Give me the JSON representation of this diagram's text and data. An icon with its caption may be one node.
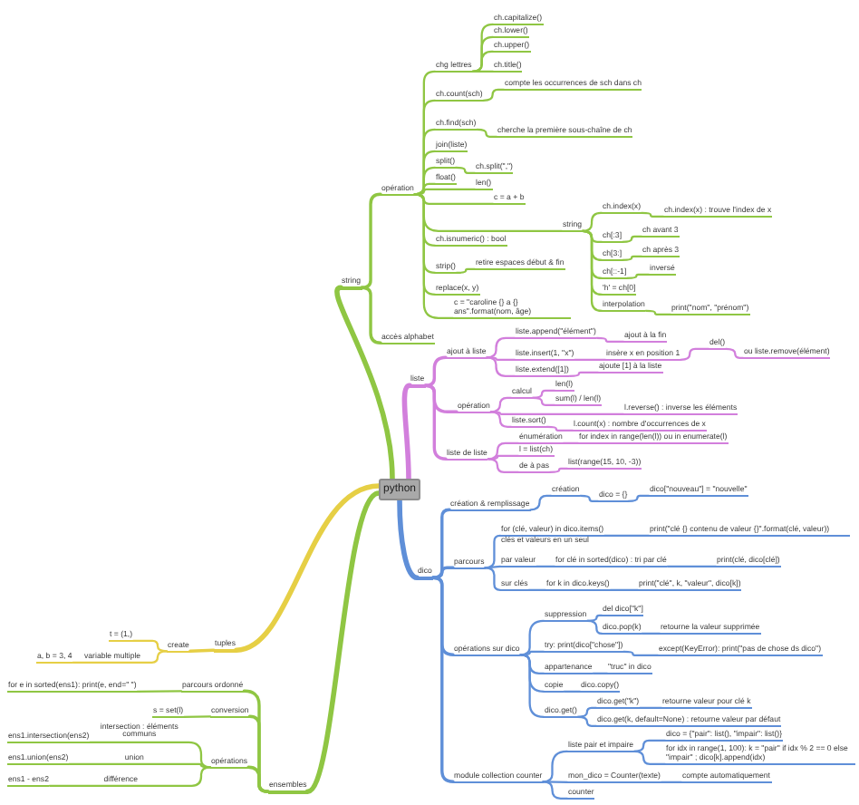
{
  "diagram": {
    "nodes": [
      {
        "text": [
          "python"
        ]
      },
      {
        "text": [
          "string"
        ]
      },
      {
        "text": [
          "chg lettres"
        ]
      },
      {
        "text": [
          "ch.capitalize()"
        ]
      },
      {
        "text": [
          "ch.lower()"
        ]
      },
      {
        "text": [
          "ch.upper()"
        ]
      },
      {
        "text": [
          "ch.title()"
        ]
      },
      {
        "text": [
          "opération"
        ]
      },
      {
        "text": [
          "ch.count(sch)"
        ]
      },
      {
        "text": [
          "compte les occurrences de sch dans ch"
        ]
      },
      {
        "text": [
          "ch.find(sch)"
        ]
      },
      {
        "text": [
          "cherche la première sous-chaîne de ch"
        ]
      },
      {
        "text": [
          "join(liste)"
        ]
      },
      {
        "text": [
          "split()"
        ]
      },
      {
        "text": [
          "ch.split(\",\")"
        ]
      },
      {
        "text": [
          "float()"
        ]
      },
      {
        "text": [
          "len()"
        ]
      },
      {
        "text": [
          "c = a + b"
        ]
      },
      {
        "text": [
          "string"
        ]
      },
      {
        "text": [
          "ch.index(x)"
        ]
      },
      {
        "text": [
          "ch.index(x) : trouve l'index de x"
        ]
      },
      {
        "text": [
          "ch[:3]"
        ]
      },
      {
        "text": [
          "ch avant 3"
        ]
      },
      {
        "text": [
          "ch[3:]"
        ]
      },
      {
        "text": [
          "ch après 3"
        ]
      },
      {
        "text": [
          "ch[::-1]"
        ]
      },
      {
        "text": [
          "inversé"
        ]
      },
      {
        "text": [
          "'h' = ch[0]"
        ]
      },
      {
        "text": [
          "interpolation"
        ]
      },
      {
        "text": [
          "print(\"nom\", \"prénom\")"
        ]
      },
      {
        "text": [
          "ch.isnumeric() : bool"
        ]
      },
      {
        "text": [
          "strip()"
        ]
      },
      {
        "text": [
          "retire espaces début & fin"
        ]
      },
      {
        "text": [
          "replace(x, y)"
        ]
      },
      {
        "text": [
          "c = \"caroline {} a {} ans\".format(nom, âge)"
        ]
      },
      {
        "text": [
          "accès alphabet"
        ]
      },
      {
        "text": [
          "liste"
        ]
      },
      {
        "text": [
          "ajout à liste"
        ]
      },
      {
        "text": [
          "liste.append(\"élément\")"
        ]
      },
      {
        "text": [
          "ajout à la fin"
        ]
      },
      {
        "text": [
          "liste.insert(1, \"x\")"
        ]
      },
      {
        "text": [
          "insère x en position 1"
        ]
      },
      {
        "text": [
          "del()"
        ]
      },
      {
        "text": [
          "ou liste.remove(élément)"
        ]
      },
      {
        "text": [
          "liste.extend([1])"
        ]
      },
      {
        "text": [
          "ajoute [1] à la liste"
        ]
      },
      {
        "text": [
          "opération"
        ]
      },
      {
        "text": [
          "calcul"
        ]
      },
      {
        "text": [
          "len(l)"
        ]
      },
      {
        "text": [
          "sum(l) / len(l)"
        ]
      },
      {
        "text": [
          "l.reverse() : inverse les éléments"
        ]
      },
      {
        "text": [
          "liste.sort()"
        ]
      },
      {
        "text": [
          "l.count(x) : nombre d'occurrences de x"
        ]
      },
      {
        "text": [
          "liste de liste"
        ]
      },
      {
        "text": [
          "énumération"
        ]
      },
      {
        "text": [
          "for index in range(len(l)) ou in enumerate(l)"
        ]
      },
      {
        "text": [
          "l = list(ch)"
        ]
      },
      {
        "text": [
          "de à pas"
        ]
      },
      {
        "text": [
          "list(range(15, 10, -3))"
        ]
      },
      {
        "text": [
          "dico"
        ]
      },
      {
        "text": [
          "création & remplissage"
        ]
      },
      {
        "text": [
          "création"
        ]
      },
      {
        "text": [
          "dico = {}"
        ]
      },
      {
        "text": [
          "dico[\"nouveau\"] = \"nouvelle\""
        ]
      },
      {
        "text": [
          "parcours"
        ]
      },
      {
        "text": [
          "for (clé, valeur) in dico.items()"
        ],
        "beside": [
          "clés et valeurs en un seul"
        ]
      },
      {
        "text": [
          "print(\"clé {} contenu de valeur {}\".format(clé, valeur))"
        ]
      },
      {
        "text": [
          "par valeur"
        ]
      },
      {
        "text": [
          "for clé in sorted(dico) : tri par clé"
        ]
      },
      {
        "text": [
          "print(clé, dico[clé])"
        ]
      },
      {
        "text": [
          "sur clés"
        ]
      },
      {
        "text": [
          "for k in dico.keys()"
        ]
      },
      {
        "text": [
          "print(\"clé\", k, \"valeur\", dico[k])"
        ]
      },
      {
        "text": [
          "opérations sur dico"
        ]
      },
      {
        "text": [
          "suppression"
        ]
      },
      {
        "text": [
          "del dico[\"k\"]"
        ]
      },
      {
        "text": [
          "dico.pop(k)"
        ]
      },
      {
        "text": [
          "retourne la valeur supprimée"
        ]
      },
      {
        "text": [
          "try: print(dico[\"chose\"])"
        ]
      },
      {
        "text": [
          "except(KeyError): print(\"pas de chose ds dico\")"
        ]
      },
      {
        "text": [
          "appartenance"
        ]
      },
      {
        "text": [
          "\"truc\" in dico"
        ]
      },
      {
        "text": [
          "copie"
        ]
      },
      {
        "text": [
          "dico.copy()"
        ]
      },
      {
        "text": [
          "dico.get()"
        ]
      },
      {
        "text": [
          "dico.get(\"k\")"
        ]
      },
      {
        "text": [
          "retourne valeur pour clé k"
        ]
      },
      {
        "text": [
          "dico.get(k, default=None) : retourne valeur par défaut"
        ]
      },
      {
        "text": [
          "module collection counter"
        ]
      },
      {
        "text": [
          "liste pair et impaire"
        ]
      },
      {
        "text": [
          "dico = {\"pair\": list(), \"impair\": list()}"
        ]
      },
      {
        "text": [
          "for idx in range(1, 100): k = \"pair\" if idx % 2 == 0 else \"impair\" ; dico[k].append(idx)"
        ]
      },
      {
        "text": [
          "mon_dico = Counter(texte)"
        ]
      },
      {
        "text": [
          "compte automatiquement"
        ]
      },
      {
        "text": [
          "counter"
        ]
      },
      {
        "text": [
          "tuples"
        ]
      },
      {
        "text": [
          "create"
        ]
      },
      {
        "text": [
          "t = (1,)"
        ]
      },
      {
        "text": [
          "a, b = 3, 4"
        ]
      },
      {
        "text": [
          "ensembles"
        ]
      },
      {
        "text": [
          "parcours ordonné"
        ]
      },
      {
        "text": [
          "for e in sorted(ens1): print(e, end=\" \")"
        ]
      },
      {
        "text": [
          "conversion"
        ]
      },
      {
        "text": [
          "s = set(l)"
        ]
      },
      {
        "text": [
          "opérations"
        ]
      },
      {
        "text": [
          "ens1.intersection(ens2)"
        ]
      },
      {
        "text": [
          "ens1.union(ens2)"
        ]
      },
      {
        "text": [
          "ens1 - ens2"
        ]
      }
    ],
    "edges": [
      {
        "from": 0,
        "to": 1,
        "arrow": "none",
        "style": "thick"
      },
      {
        "from": 1,
        "to": 7,
        "arrow": "none"
      },
      {
        "from": 7,
        "to": 2,
        "arrow": "none"
      },
      {
        "from": 2,
        "to": 3,
        "arrow": "none"
      },
      {
        "from": 2,
        "to": 4,
        "arrow": "none"
      },
      {
        "from": 2,
        "to": 5,
        "arrow": "none"
      },
      {
        "from": 2,
        "to": 6,
        "arrow": "none"
      },
      {
        "from": 7,
        "to": 8,
        "arrow": "none"
      },
      {
        "from": 8,
        "to": 9,
        "arrow": "none"
      },
      {
        "from": 7,
        "to": 10,
        "arrow": "none"
      },
      {
        "from": 10,
        "to": 11,
        "arrow": "none"
      },
      {
        "from": 7,
        "to": 12,
        "arrow": "none"
      },
      {
        "from": 7,
        "to": 13,
        "arrow": "none"
      },
      {
        "from": 13,
        "to": 14,
        "arrow": "none"
      },
      {
        "from": 7,
        "to": 15,
        "arrow": "none"
      },
      {
        "from": 7,
        "to": 16,
        "arrow": "none"
      },
      {
        "from": 7,
        "to": 17,
        "arrow": "none"
      },
      {
        "from": 7,
        "to": 18,
        "arrow": "none"
      },
      {
        "from": 18,
        "to": 19,
        "arrow": "none"
      },
      {
        "from": 19,
        "to": 20,
        "arrow": "none"
      },
      {
        "from": 18,
        "to": 21,
        "arrow": "none"
      },
      {
        "from": 21,
        "to": 22,
        "arrow": "none"
      },
      {
        "from": 18,
        "to": 23,
        "arrow": "none"
      },
      {
        "from": 23,
        "to": 24,
        "arrow": "none"
      },
      {
        "from": 18,
        "to": 25,
        "arrow": "none"
      },
      {
        "from": 25,
        "to": 26,
        "arrow": "none"
      },
      {
        "from": 18,
        "to": 27,
        "arrow": "none"
      },
      {
        "from": 18,
        "to": 28,
        "arrow": "none"
      },
      {
        "from": 28,
        "to": 29,
        "arrow": "none"
      },
      {
        "from": 7,
        "to": 30,
        "arrow": "none"
      },
      {
        "from": 7,
        "to": 31,
        "arrow": "none"
      },
      {
        "from": 31,
        "to": 32,
        "arrow": "none"
      },
      {
        "from": 7,
        "to": 33,
        "arrow": "none"
      },
      {
        "from": 7,
        "to": 34,
        "arrow": "none"
      },
      {
        "from": 1,
        "to": 35,
        "arrow": "none"
      },
      {
        "from": 0,
        "to": 36,
        "arrow": "none",
        "style": "thick",
        "color": "#d27fdc"
      },
      {
        "from": 36,
        "to": 37,
        "arrow": "none",
        "color": "#d27fdc"
      },
      {
        "from": 37,
        "to": 38,
        "arrow": "none",
        "color": "#d27fdc"
      },
      {
        "from": 38,
        "to": 39,
        "arrow": "none",
        "color": "#d27fdc"
      },
      {
        "from": 37,
        "to": 40,
        "arrow": "none",
        "color": "#d27fdc"
      },
      {
        "from": 40,
        "to": 41,
        "arrow": "none",
        "color": "#d27fdc"
      },
      {
        "from": 41,
        "to": 42,
        "arrow": "none",
        "color": "#d27fdc"
      },
      {
        "from": 42,
        "to": 43,
        "arrow": "none",
        "color": "#d27fdc"
      },
      {
        "from": 37,
        "to": 44,
        "arrow": "none",
        "color": "#d27fdc"
      },
      {
        "from": 44,
        "to": 45,
        "arrow": "none",
        "color": "#d27fdc"
      },
      {
        "from": 36,
        "to": 46,
        "arrow": "none",
        "color": "#d27fdc"
      },
      {
        "from": 46,
        "to": 47,
        "arrow": "none",
        "color": "#d27fdc"
      },
      {
        "from": 47,
        "to": 48,
        "arrow": "none",
        "color": "#d27fdc"
      },
      {
        "from": 47,
        "to": 49,
        "arrow": "none",
        "color": "#d27fdc"
      },
      {
        "from": 46,
        "to": 50,
        "arrow": "none",
        "color": "#d27fdc"
      },
      {
        "from": 46,
        "to": 51,
        "arrow": "none",
        "color": "#d27fdc"
      },
      {
        "from": 51,
        "to": 52,
        "arrow": "none",
        "color": "#d27fdc"
      },
      {
        "from": 36,
        "to": 53,
        "arrow": "none",
        "color": "#d27fdc"
      },
      {
        "from": 53,
        "to": 54,
        "arrow": "none",
        "color": "#d27fdc"
      },
      {
        "from": 54,
        "to": 55,
        "arrow": "none",
        "color": "#d27fdc"
      },
      {
        "from": 53,
        "to": 56,
        "arrow": "none",
        "color": "#d27fdc"
      },
      {
        "from": 53,
        "to": 57,
        "arrow": "none",
        "color": "#d27fdc"
      },
      {
        "from": 57,
        "to": 58,
        "arrow": "none",
        "color": "#d27fdc"
      },
      {
        "from": 0,
        "to": 59,
        "arrow": "none",
        "style": "thick",
        "color": "#5f8fd8"
      },
      {
        "from": 59,
        "to": 60,
        "arrow": "none",
        "color": "#5f8fd8"
      },
      {
        "from": 60,
        "to": 61,
        "arrow": "none",
        "color": "#5f8fd8"
      },
      {
        "from": 61,
        "to": 62,
        "arrow": "none",
        "color": "#5f8fd8"
      },
      {
        "from": 62,
        "to": 63,
        "arrow": "none",
        "color": "#5f8fd8"
      },
      {
        "from": 59,
        "to": 64,
        "arrow": "none",
        "color": "#5f8fd8"
      },
      {
        "from": 64,
        "to": 65,
        "arrow": "none",
        "color": "#5f8fd8"
      },
      {
        "from": 65,
        "to": 66,
        "arrow": "none",
        "color": "#5f8fd8"
      },
      {
        "from": 64,
        "to": 67,
        "arrow": "none",
        "color": "#5f8fd8"
      },
      {
        "from": 67,
        "to": 68,
        "arrow": "none",
        "color": "#5f8fd8"
      },
      {
        "from": 68,
        "to": 69,
        "arrow": "none",
        "color": "#5f8fd8"
      },
      {
        "from": 64,
        "to": 70,
        "arrow": "none",
        "color": "#5f8fd8"
      },
      {
        "from": 70,
        "to": 71,
        "arrow": "none",
        "color": "#5f8fd8"
      },
      {
        "from": 71,
        "to": 72,
        "arrow": "none",
        "color": "#5f8fd8"
      },
      {
        "from": 59,
        "to": 73,
        "arrow": "none",
        "color": "#5f8fd8"
      },
      {
        "from": 73,
        "to": 74,
        "arrow": "none",
        "color": "#5f8fd8"
      },
      {
        "from": 74,
        "to": 75,
        "arrow": "none",
        "color": "#5f8fd8"
      },
      {
        "from": 74,
        "to": 76,
        "arrow": "none",
        "color": "#5f8fd8"
      },
      {
        "from": 76,
        "to": 77,
        "arrow": "none",
        "color": "#5f8fd8"
      },
      {
        "from": 73,
        "to": 78,
        "arrow": "none",
        "color": "#5f8fd8"
      },
      {
        "from": 78,
        "to": 79,
        "arrow": "none",
        "color": "#5f8fd8"
      },
      {
        "from": 73,
        "to": 80,
        "arrow": "none",
        "color": "#5f8fd8"
      },
      {
        "from": 80,
        "to": 81,
        "arrow": "none",
        "color": "#5f8fd8"
      },
      {
        "from": 73,
        "to": 82,
        "arrow": "none",
        "color": "#5f8fd8"
      },
      {
        "from": 82,
        "to": 83,
        "arrow": "none",
        "color": "#5f8fd8"
      },
      {
        "from": 73,
        "to": 84,
        "arrow": "none",
        "color": "#5f8fd8"
      },
      {
        "from": 84,
        "to": 85,
        "arrow": "none",
        "color": "#5f8fd8"
      },
      {
        "from": 85,
        "to": 86,
        "arrow": "none",
        "color": "#5f8fd8"
      },
      {
        "from": 84,
        "to": 87,
        "arrow": "none",
        "color": "#5f8fd8"
      },
      {
        "from": 59,
        "to": 88,
        "arrow": "none",
        "color": "#5f8fd8"
      },
      {
        "from": 88,
        "to": 89,
        "arrow": "none",
        "color": "#5f8fd8"
      },
      {
        "from": 89,
        "to": 90,
        "arrow": "none",
        "color": "#5f8fd8"
      },
      {
        "from": 89,
        "to": 91,
        "arrow": "none",
        "color": "#5f8fd8"
      },
      {
        "from": 88,
        "to": 92,
        "arrow": "none",
        "color": "#5f8fd8"
      },
      {
        "from": 92,
        "to": 93,
        "arrow": "none",
        "color": "#5f8fd8"
      },
      {
        "from": 88,
        "to": 94,
        "arrow": "none",
        "color": "#5f8fd8"
      },
      {
        "from": 0,
        "to": 95,
        "arrow": "none",
        "style": "thick",
        "color": "#e6cf45"
      },
      {
        "from": 95,
        "to": 96,
        "arrow": "none",
        "color": "#e6cf45"
      },
      {
        "from": 96,
        "to": 97,
        "arrow": "none",
        "color": "#e6cf45"
      },
      {
        "from": 96,
        "to": 98,
        "arrow": "none",
        "color": "#e6cf45",
        "label": "variable multiple"
      },
      {
        "from": 0,
        "to": 99,
        "arrow": "none",
        "style": "thick"
      },
      {
        "from": 99,
        "to": 100,
        "arrow": "none"
      },
      {
        "from": 100,
        "to": 101,
        "arrow": "none"
      },
      {
        "from": 99,
        "to": 102,
        "arrow": "none"
      },
      {
        "from": 102,
        "to": 103,
        "arrow": "none"
      },
      {
        "from": 99,
        "to": 104,
        "arrow": "none"
      },
      {
        "from": 104,
        "to": 105,
        "arrow": "none",
        "label": "intersection : éléments communs"
      },
      {
        "from": 104,
        "to": 106,
        "arrow": "none",
        "label": "union"
      },
      {
        "from": 104,
        "to": 107,
        "arrow": "none",
        "label": "différence"
      }
    ]
  }
}
